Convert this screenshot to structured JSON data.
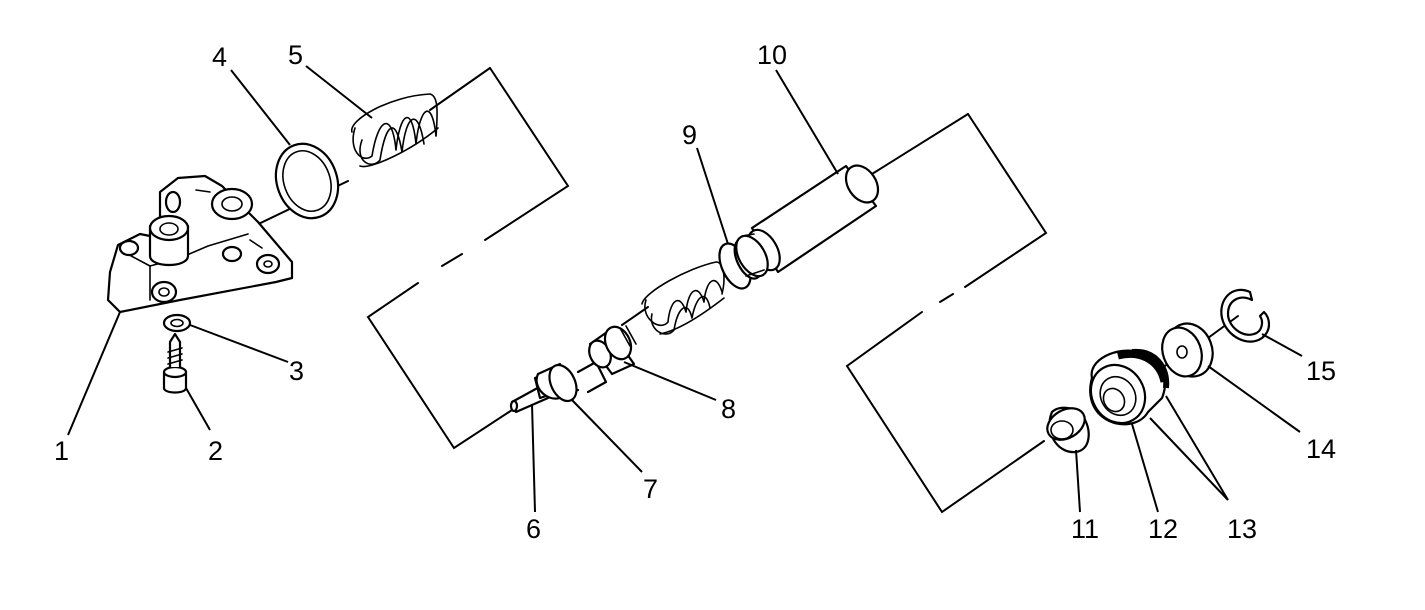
{
  "diagram": {
    "callouts": [
      {
        "id": "1",
        "text": "1"
      },
      {
        "id": "2",
        "text": "2"
      },
      {
        "id": "3",
        "text": "3"
      },
      {
        "id": "4",
        "text": "4"
      },
      {
        "id": "5",
        "text": "5"
      },
      {
        "id": "6",
        "text": "6"
      },
      {
        "id": "7",
        "text": "7"
      },
      {
        "id": "8",
        "text": "8"
      },
      {
        "id": "9",
        "text": "9"
      },
      {
        "id": "10",
        "text": "10"
      },
      {
        "id": "11",
        "text": "11"
      },
      {
        "id": "12",
        "text": "12"
      },
      {
        "id": "13",
        "text": "13"
      },
      {
        "id": "14",
        "text": "14"
      },
      {
        "id": "15",
        "text": "15"
      }
    ],
    "colors": {
      "line": "#000000",
      "background": "#ffffff"
    }
  }
}
